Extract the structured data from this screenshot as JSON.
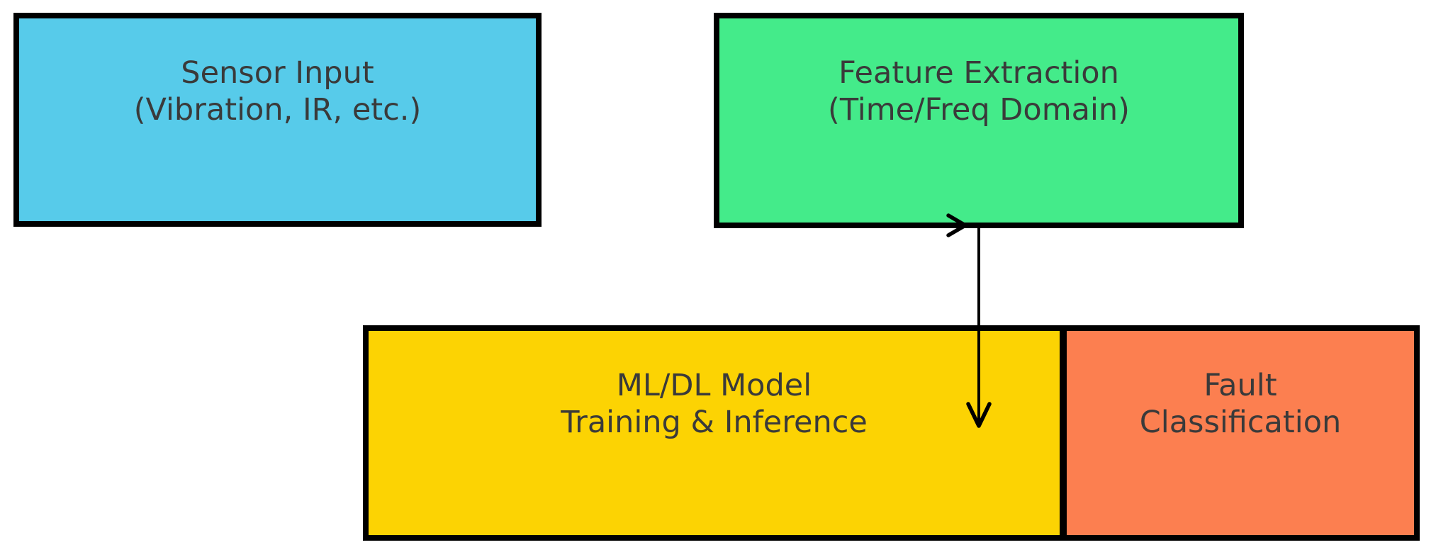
{
  "diagram": {
    "title": "",
    "background_color": "#ffffff",
    "box_border_color": "#000000",
    "text_color": "#3a3a3a",
    "arrow_color": "#000000",
    "nodes": [
      {
        "id": "sensor-input",
        "line1": "Sensor Input",
        "line2": "(Vibration, IR, etc.)",
        "fill": "#57CBEA"
      },
      {
        "id": "feature-extraction",
        "line1": "Feature Extraction",
        "line2": "(Time/Freq Domain)",
        "fill": "#44EB8A"
      },
      {
        "id": "ml-dl-model",
        "line1": "ML/DL Model",
        "line2": "Training & Inference",
        "fill": "#FCD303"
      },
      {
        "id": "fault-classification",
        "line1": "Fault",
        "line2": "Classification",
        "fill": "#FC7F50"
      }
    ],
    "arrows": [
      {
        "id": "feature-to-model",
        "description": "vertical arrow from Feature Extraction bottom edge down into ML/DL Model box"
      },
      {
        "id": "right-arrowhead-on-feature-border",
        "description": "small right-pointing arrowhead on bottom border of Feature Extraction box"
      }
    ]
  }
}
